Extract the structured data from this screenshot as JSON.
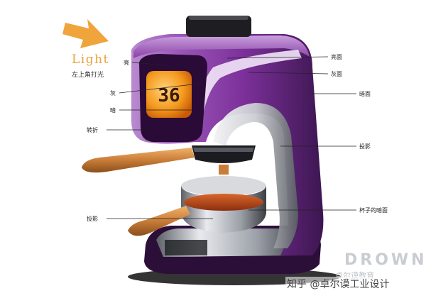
{
  "light": {
    "title": "Light",
    "subtitle": "左上角打光"
  },
  "display": {
    "value": "36"
  },
  "labels": {
    "liang_left": "亮",
    "hui_left": "灰",
    "an_left": "暗",
    "zhuanzhe": "转折",
    "touying_left": "投影",
    "liangmian": "亮面",
    "huimian": "灰面",
    "anmian": "暗面",
    "touying_right": "投影",
    "beizi": "杯子的暗面"
  },
  "watermark": {
    "brand": "DROWN",
    "sub": "卓尔谟教育",
    "zhihu": "知乎 @卓尔谟工业设计"
  },
  "colors": {
    "arrow": "#f0a43c",
    "body_purple": "#8a3fa6",
    "body_dark": "#3c1650",
    "highlight": "#f2e6f8",
    "wood": "#d08a44",
    "display_orange": "#f49a1e",
    "chrome": "#cfd3d8"
  }
}
